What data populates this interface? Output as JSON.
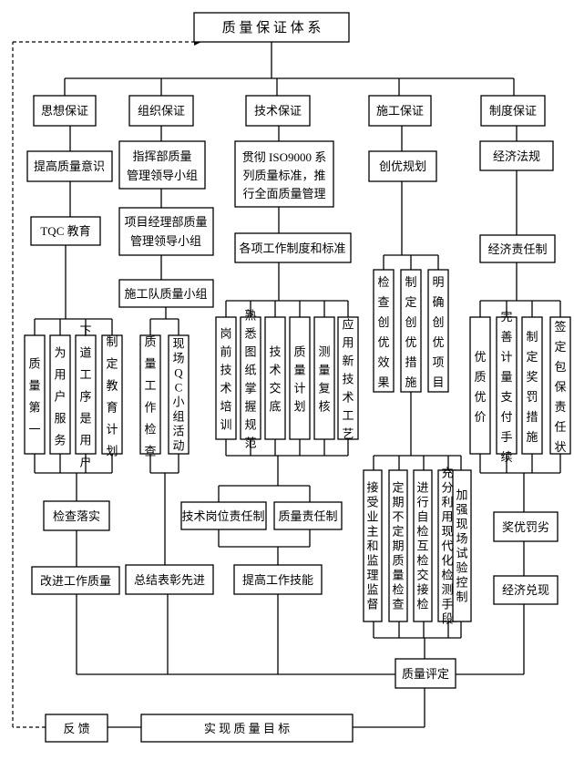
{
  "title": "质 量 保 证 体 系",
  "branches": {
    "sixiang": "思想保证",
    "zuzhi": "组织保证",
    "jishu": "技术保证",
    "shigong": "施工保证",
    "zhidu": "制度保证"
  },
  "sixiang": {
    "awareness": "提高质量意识",
    "tqc": "TQC 教育",
    "cols": [
      "质量第一",
      "为用户服务",
      "下道工序是用户",
      "制定教育计划"
    ],
    "check": "检查落实",
    "improve": "改进工作质量"
  },
  "zuzhi": {
    "hq_line1": "指挥部质量",
    "hq_line2": "管理领导小组",
    "pm_line1": "项目经理部质量",
    "pm_line2": "管理领导小组",
    "team": "施工队质量小组",
    "col_check": "质量工作检查",
    "col_qc": "现场QC小组活动",
    "summary": "总结表彰先进"
  },
  "jishu": {
    "iso_line1": "贯彻 ISO9000 系",
    "iso_line2": "列质量标准，推",
    "iso_line3": "行全面质量管理",
    "rules": "各项工作制度和标准",
    "cols": [
      "岗前技术培训",
      "熟悉图纸掌握规范",
      "技术交底",
      "质量计划",
      "测量复核",
      "应用新技术工艺"
    ],
    "post_duty": "技术岗位责任制",
    "quality_duty": "质量责任制",
    "skill": "提高工作技能"
  },
  "shigong": {
    "plan": "创优规划",
    "cols": [
      "检查创优效果",
      "制定创优措施",
      "明确创优项目"
    ],
    "lower": [
      "接受业主和监理监督",
      "定期不定期质量检查",
      "进行自检互检交接检",
      "充分利用现代化检测手段",
      "加强现场试验控制"
    ]
  },
  "zhidu": {
    "law": "经济法规",
    "duty": "经济责任制",
    "cols": [
      "优质优价",
      "完善计量支付手续",
      "制定奖罚措施",
      "签定包保责任状"
    ],
    "reward": "奖优罚劣",
    "fulfill": "经济兑现"
  },
  "evaluation": "质量评定",
  "feedback": "反 馈",
  "goal": "实 现 质 量 目 标"
}
